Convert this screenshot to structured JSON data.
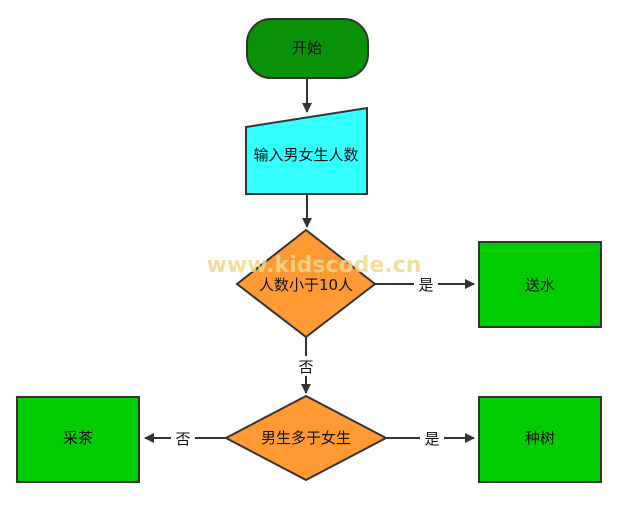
{
  "watermark": "www.kidscode.cn",
  "nodes": {
    "start": "开始",
    "input": "输入男女生人数",
    "decision1": "人数小于10人",
    "water": "送水",
    "decision2": "男生多于女生",
    "tea": "采茶",
    "tree": "种树"
  },
  "edges": {
    "d1_yes": "是",
    "d1_no": "否",
    "d2_yes": "是",
    "d2_no": "否"
  },
  "colors": {
    "start_fill": "#079207",
    "input_fill": "#33ffff",
    "decision_fill": "#ff9933",
    "process_fill": "#00cc00",
    "stroke": "#333333"
  }
}
